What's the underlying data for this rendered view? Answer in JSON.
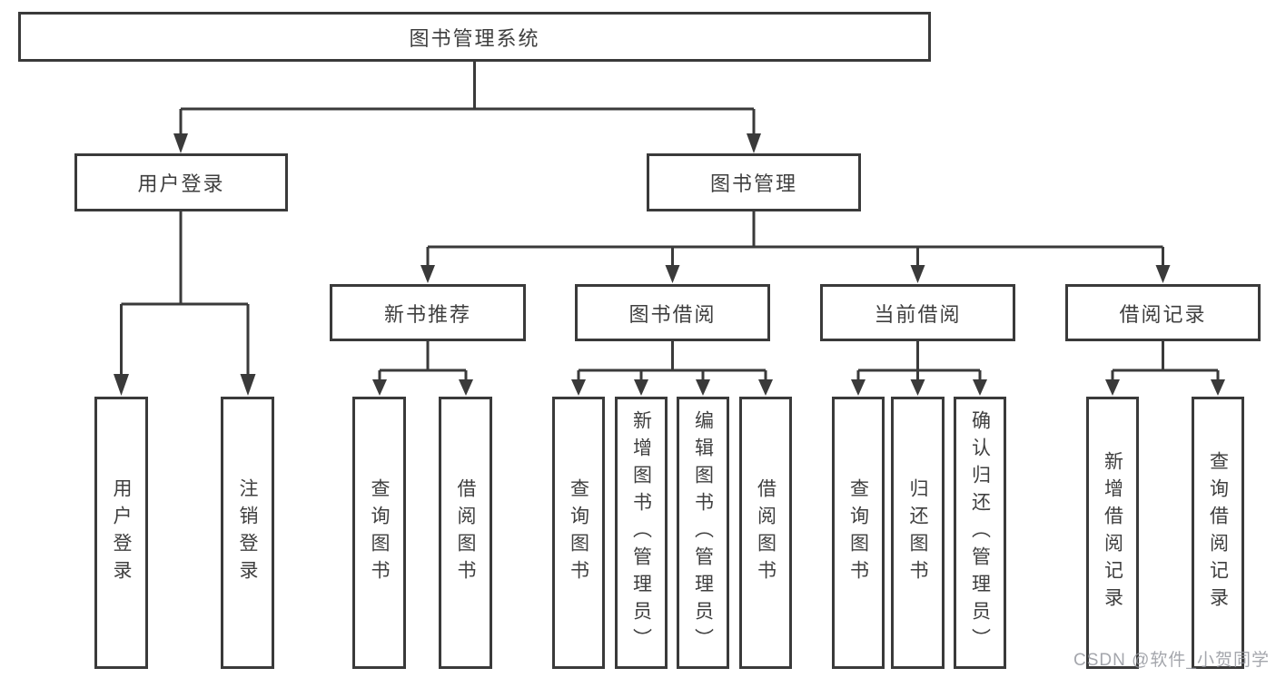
{
  "colors": {
    "line": "#3a3a3a",
    "text": "#3f3f3f",
    "box_background": "#ffffff",
    "watermark": "#94979e"
  },
  "watermark": {
    "text": "CSDN @软件_小贺同学"
  },
  "tree": {
    "root": {
      "label": "图书管理系统"
    },
    "login": {
      "label": "用户登录",
      "children": [
        {
          "label": "用户登录"
        },
        {
          "label": "注销登录"
        }
      ]
    },
    "management": {
      "label": "图书管理",
      "sections": [
        {
          "label": "新书推荐",
          "children": [
            {
              "label": "查询图书"
            },
            {
              "label": "借阅图书"
            }
          ]
        },
        {
          "label": "图书借阅",
          "children": [
            {
              "label": "查询图书"
            },
            {
              "label": "新增图书（管理员）"
            },
            {
              "label": "编辑图书（管理员）"
            },
            {
              "label": "借阅图书"
            }
          ]
        },
        {
          "label": "当前借阅",
          "children": [
            {
              "label": "查询图书"
            },
            {
              "label": "归还图书"
            },
            {
              "label": "确认归还（管理员）"
            }
          ]
        },
        {
          "label": "借阅记录",
          "children": [
            {
              "label": "新增借阅记录"
            },
            {
              "label": "查询借阅记录"
            }
          ]
        }
      ]
    }
  }
}
